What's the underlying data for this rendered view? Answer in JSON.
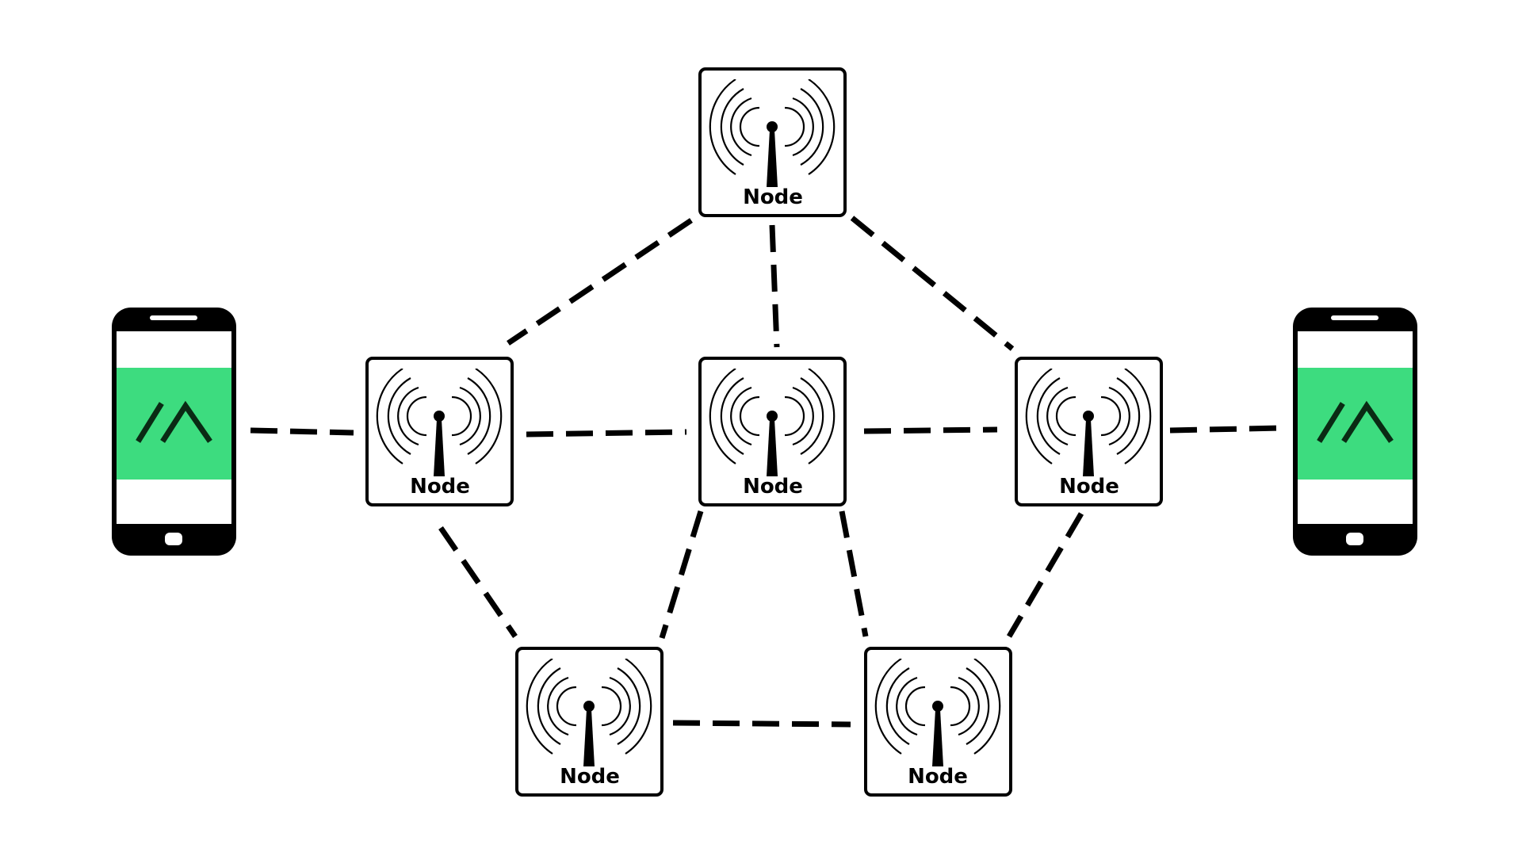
{
  "diagram": {
    "nodes": [
      {
        "id": "top",
        "label": "Node"
      },
      {
        "id": "left",
        "label": "Node"
      },
      {
        "id": "center",
        "label": "Node"
      },
      {
        "id": "right",
        "label": "Node"
      },
      {
        "id": "bottom-left",
        "label": "Node"
      },
      {
        "id": "bottom-right",
        "label": "Node"
      }
    ],
    "phones": [
      {
        "id": "left-phone",
        "icon": "app-logo-icon"
      },
      {
        "id": "right-phone",
        "icon": "app-logo-icon"
      }
    ],
    "links": [
      [
        "left-phone",
        "left"
      ],
      [
        "left",
        "center"
      ],
      [
        "center",
        "right"
      ],
      [
        "right",
        "right-phone"
      ],
      [
        "top",
        "left"
      ],
      [
        "top",
        "center"
      ],
      [
        "top",
        "right"
      ],
      [
        "left",
        "bottom-left"
      ],
      [
        "center",
        "bottom-left"
      ],
      [
        "center",
        "bottom-right"
      ],
      [
        "right",
        "bottom-right"
      ],
      [
        "bottom-left",
        "bottom-right"
      ]
    ],
    "colors": {
      "screen_accent": "#3ddc7f",
      "stroke": "#000000",
      "background": "#ffffff"
    }
  }
}
